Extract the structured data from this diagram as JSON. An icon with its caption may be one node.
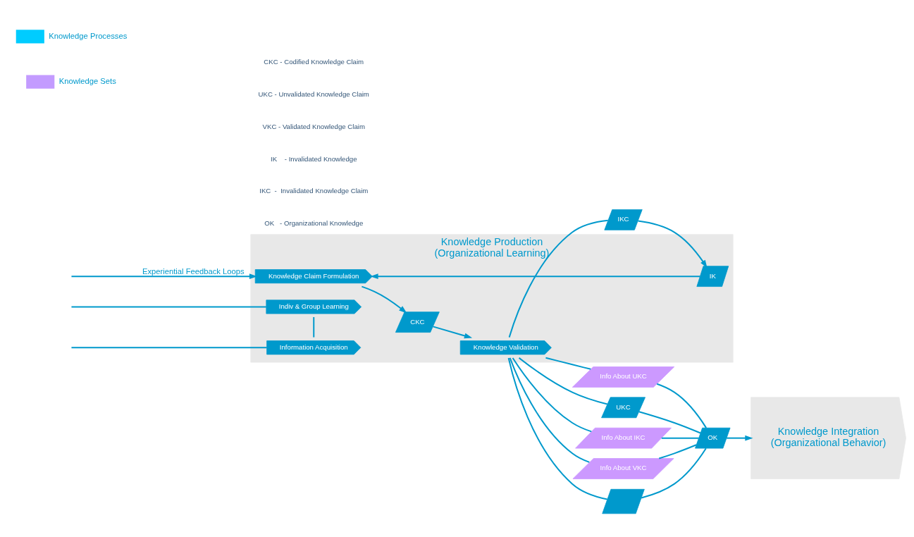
{
  "diagram": {
    "nodes": [
      {
        "text": [
          "Knowledge Production",
          "(Organizational Learning)"
        ]
      },
      {
        "text": [
          "Indiv & Group Learning"
        ],
        "in": 0
      },
      {
        "text": [
          "Knowledge Claim Formulation"
        ],
        "in": 0
      },
      {
        "text": [
          "Information Acquisition"
        ],
        "in": 0
      },
      {
        "text": [
          "CKC"
        ],
        "in": 0
      },
      {
        "text": [
          "Knowledge Validation"
        ],
        "in": 0
      },
      {
        "text": [
          "IK"
        ],
        "in": 0
      },
      {
        "text": [
          "Info About VKC"
        ]
      },
      {
        "text": [],
        "shape": "parallelogram"
      },
      {
        "text": [
          "Info About UKC"
        ]
      },
      {
        "text": [
          "UKC"
        ]
      },
      {
        "text": [
          "Info About IKC"
        ]
      },
      {
        "text": [
          "IKC"
        ]
      },
      {
        "text": [
          "OK"
        ]
      },
      {
        "text": [
          "Knowledge Integration",
          "(Organizational Behavior)"
        ]
      }
    ],
    "edges": [
      {
        "from": null,
        "to": 2,
        "arrow": "to",
        "label": "Experiential Feedback Loops"
      },
      {
        "from": null,
        "to": 1,
        "arrow": "none"
      },
      {
        "from": null,
        "to": 3,
        "arrow": "none"
      },
      {
        "from": 1,
        "to": 3,
        "arrow": "none"
      },
      {
        "from": 2,
        "to": 4,
        "arrow": "to"
      },
      {
        "from": 4,
        "to": 5,
        "arrow": "to"
      },
      {
        "from": 6,
        "to": 2,
        "arrow": "to"
      },
      {
        "from": 5,
        "to": 7,
        "arrow": "none"
      },
      {
        "from": 5,
        "to": 8,
        "arrow": "none"
      },
      {
        "from": 5,
        "to": 9,
        "arrow": "none"
      },
      {
        "from": 5,
        "to": 10,
        "arrow": "none"
      },
      {
        "from": 5,
        "to": 11,
        "arrow": "none"
      },
      {
        "from": 5,
        "to": 12,
        "arrow": "none"
      },
      {
        "from": 7,
        "to": 13,
        "arrow": "none"
      },
      {
        "from": 8,
        "to": 13,
        "arrow": "none"
      },
      {
        "from": 9,
        "to": 13,
        "arrow": "none"
      },
      {
        "from": 10,
        "to": 13,
        "arrow": "none"
      },
      {
        "from": 11,
        "to": 13,
        "arrow": "none"
      },
      {
        "from": 13,
        "to": 14,
        "arrow": "to"
      },
      {
        "from": 12,
        "to": 6,
        "arrow": "to"
      }
    ],
    "labels": [
      "CKC - Codified Knowledge Claim",
      "UKC - Unvalidated Knowledge Claim",
      "VKC - Validated Knowledge Claim",
      "IK    - Invalidated Knowledge",
      "IKC  -  Invalidated Knowledge Claim",
      "OK   - Organizational Knowledge"
    ],
    "legend": [
      {
        "text": "Knowledge Processes",
        "color": "#00ccff"
      },
      {
        "text": "Knowledge Sets",
        "color": "#c39bff"
      }
    ]
  }
}
